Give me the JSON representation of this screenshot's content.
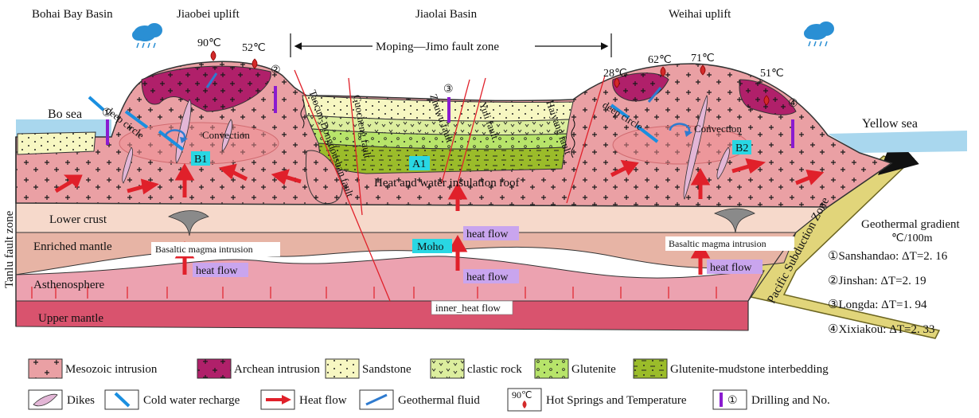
{
  "regions": {
    "bohai": "Bohai Bay Basin",
    "jiaobei": "Jiaobei  uplift",
    "jiaolai": "Jiaolai Basin",
    "weihai": "Weihai uplift"
  },
  "fault_zone": "Moping—Jimo fault zone",
  "seas": {
    "bo": "Bo sea",
    "yellow": "Yellow sea"
  },
  "springs": [
    {
      "temp": "90℃"
    },
    {
      "temp": "52℃"
    },
    {
      "temp": "28℃"
    },
    {
      "temp": "62℃"
    },
    {
      "temp": "71℃"
    },
    {
      "temp": "51℃"
    }
  ],
  "wells": [
    "①",
    "②",
    "③",
    "④"
  ],
  "faults": {
    "taocun": "Taocun-Dongdoushan fault",
    "guocheng": "Guocheng fault",
    "zhuwu": "Zhuwu fault",
    "yuli": "Yuli fault",
    "haiyang": "Haiyang fault",
    "tanlu": "Tanlu  fault   zone"
  },
  "labels": {
    "deep_circle_left": "deep circle",
    "deep_circle_right": "deep circle",
    "convection_left": "Convection",
    "convection_right": "Convection",
    "b1": "B1",
    "b2": "B2",
    "a1": "A1",
    "roof": "Heat and water insulation roof",
    "lower_crust": "Lower crust",
    "enriched_mantle": "Enriched mantle",
    "asthenosphere": "Asthenosphere",
    "upper_mantle": "Upper mantle",
    "moho": "Moho",
    "heat_flow_center_top": "heat flow",
    "heat_flow_left": "heat flow",
    "heat_flow_center": "heat flow",
    "heat_flow_right": "heat flow",
    "basalt_left": "Basaltic magma intrusion",
    "basalt_right": "Basaltic magma intrusion",
    "inner_heat_flow": "inner_heat flow",
    "pacific": "Pacific Subduction Zone"
  },
  "gradient": {
    "title": "Geothermal gradient",
    "unit": "℃/100m",
    "items": [
      "①Sanshandao: ΔT=2. 16",
      "②Jinshan: ΔT=2. 19",
      "③Longda: ΔT=1. 94",
      "④Xixiakou: ΔT=2. 33"
    ]
  },
  "legend": {
    "row1": [
      "Mesozoic intrusion",
      "Archean intrusion",
      "Sandstone",
      "clastic rock",
      "Glutenite",
      "Glutenite-mudstone interbedding"
    ],
    "row2": [
      "Dikes",
      "Cold water recharge",
      "Heat flow",
      "Geothermal fluid",
      "Hot Springs and Temperature",
      "Drilling and No."
    ],
    "spring_symbol": "90℃",
    "well_symbol": "①"
  },
  "colors": {
    "mesozoic": "#eaa0a4",
    "archean": "#b0206a",
    "sandstone": "#f7f7c2",
    "clastic": "#dcee9e",
    "glutenite": "#b7e46a",
    "glutenite_mud": "#9bbc2a",
    "lower_crust": "#f6d9cb",
    "enriched_mantle": "#e7b4a5",
    "asthenosphere": "#eca2b0",
    "upper_mantle": "#d9536e",
    "pacific": "#e1d57a",
    "sea": "#a9d7ee",
    "heat_arrow": "#e0202a",
    "label_cyan": "#29d7e3",
    "label_purple": "#c9a5ee"
  }
}
